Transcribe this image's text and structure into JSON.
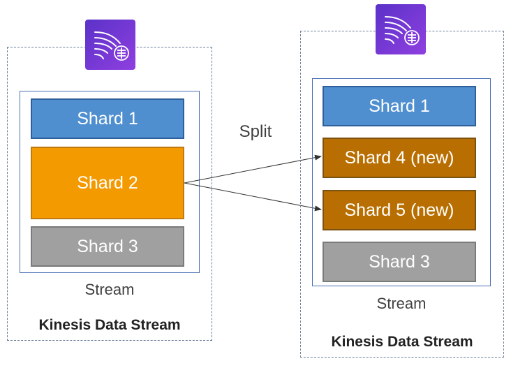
{
  "colors": {
    "shard_blue": "#4f8fd0",
    "shard_orange": "#f39a00",
    "shard_new": "#b86e00",
    "shard_gray": "#a0a0a0",
    "icon_purple": "#7b3fe4"
  },
  "icon": "kinesis-data-streams-icon",
  "split_label": "Split",
  "left": {
    "shards": [
      "Shard 1",
      "Shard 2",
      "Shard 3"
    ],
    "stream_label": "Stream",
    "title": "Kinesis Data Stream"
  },
  "right": {
    "shards": [
      "Shard 1",
      "Shard 4 (new)",
      "Shard 5 (new)",
      "Shard 3"
    ],
    "stream_label": "Stream",
    "title": "Kinesis Data Stream"
  }
}
